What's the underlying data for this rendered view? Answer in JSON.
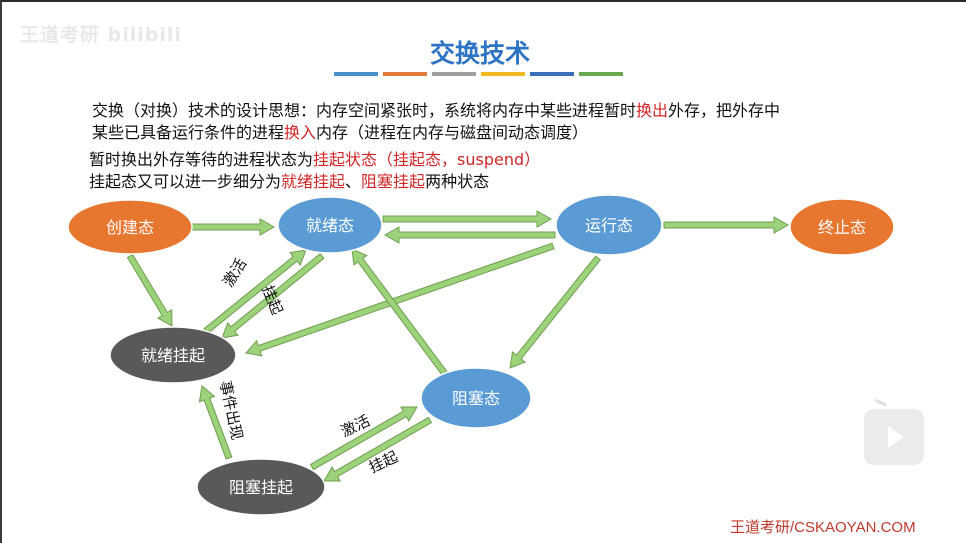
{
  "watermark": "王道考研 bilibili",
  "slide": {
    "title": "交换技术",
    "accent_colors": [
      "#4a90c8",
      "#e07b39",
      "#9e9e9e",
      "#f2b824",
      "#3b6fb6",
      "#6aa84f"
    ],
    "lines": [
      [
        {
          "text": "交换（对换）技术的设计思想：内存空间紧张时，系统将内存中某些进程暂时",
          "highlight": false
        },
        {
          "text": "换出",
          "highlight": true
        },
        {
          "text": "外存，把外存中",
          "highlight": false
        }
      ],
      [
        {
          "text": "某些已具备运行条件的进程",
          "highlight": false
        },
        {
          "text": "换入",
          "highlight": true
        },
        {
          "text": "内存（进程在内存与磁盘间动态调度）",
          "highlight": false
        }
      ],
      [
        {
          "text": "暂时换出外存等待的进程状态为",
          "highlight": false
        },
        {
          "text": "挂起状态（挂起态，suspend）",
          "highlight": true
        }
      ],
      [
        {
          "text": "挂起态又可以进一步细分为",
          "highlight": false
        },
        {
          "text": "就绪挂起",
          "highlight": true
        },
        {
          "text": "、",
          "highlight": false
        },
        {
          "text": "阻塞挂起",
          "highlight": true
        },
        {
          "text": "两种状态",
          "highlight": false
        }
      ]
    ]
  },
  "diagram": {
    "colors": {
      "orange": "#e7762f",
      "blue": "#5b9bd5",
      "gray": "#595959",
      "arrow": "#9bd27a",
      "arrow_stroke": "#6f9e4f"
    },
    "nodes": {
      "create": {
        "label": "创建态",
        "color": "orange"
      },
      "ready": {
        "label": "就绪态",
        "color": "blue"
      },
      "running": {
        "label": "运行态",
        "color": "blue"
      },
      "terminated": {
        "label": "终止态",
        "color": "orange"
      },
      "ready_suspend": {
        "label": "就绪挂起",
        "color": "gray"
      },
      "blocked": {
        "label": "阻塞态",
        "color": "blue"
      },
      "blocked_suspend": {
        "label": "阻塞挂起",
        "color": "gray"
      }
    },
    "edge_labels": {
      "activate_upper": "激活",
      "suspend_upper": "挂起",
      "event_occurs": "事件出现",
      "activate_lower": "激活",
      "suspend_lower": "挂起"
    }
  },
  "footer": "王道考研/CSKAOYAN.COM"
}
